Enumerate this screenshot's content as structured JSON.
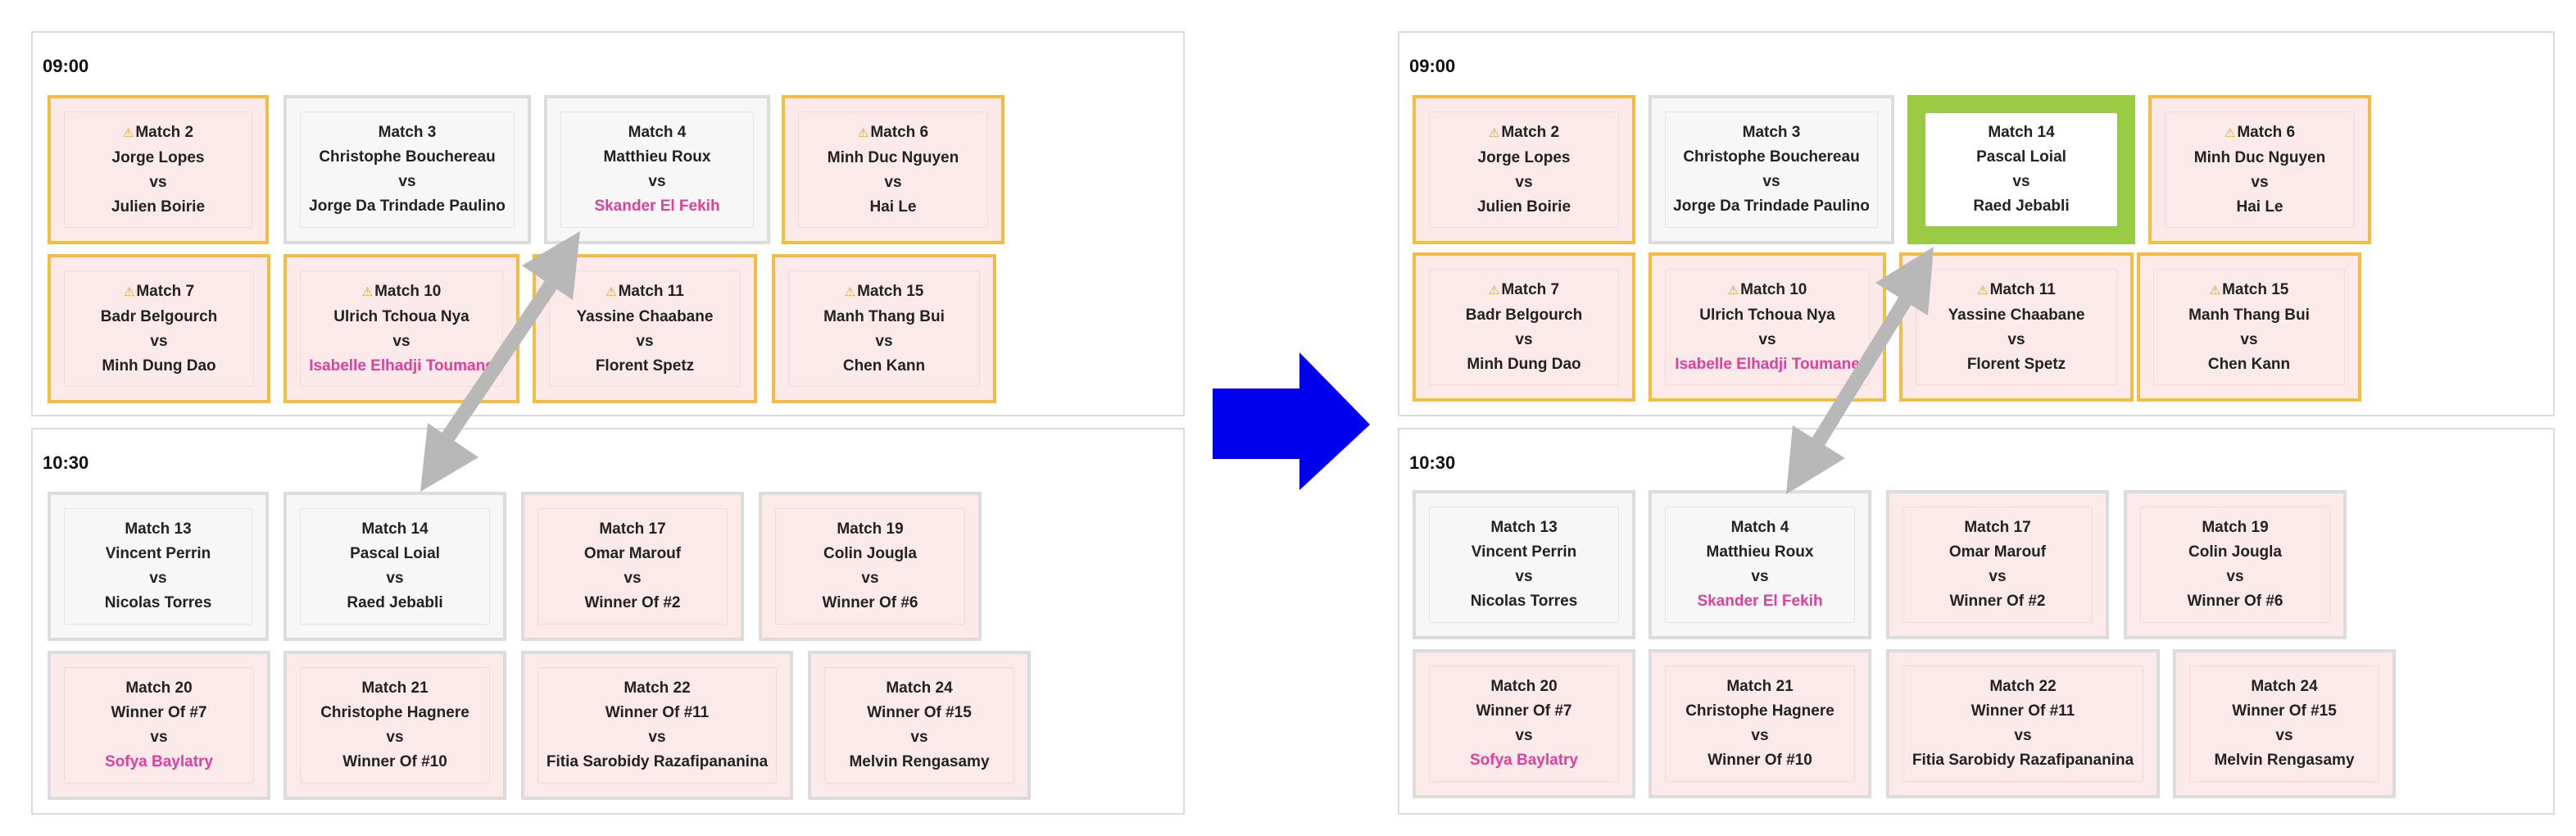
{
  "colors": {
    "warning_border": "#f2bd42",
    "selected_border": "#9acb45",
    "highlight_text": "#e0409a",
    "pink_bg": "#fceaea",
    "swap_arrow": "#b8b8b8",
    "transition_arrow": "#0000ee"
  },
  "icons": {
    "warning": "warning-icon",
    "swap": "double-arrow",
    "transition": "right-arrow"
  },
  "vs_label": "vs",
  "panels": {
    "before_0900": {
      "time": "09:00"
    },
    "before_1030": {
      "time": "10:30"
    },
    "after_0900": {
      "time": "09:00"
    },
    "after_1030": {
      "time": "10:30"
    }
  },
  "before": {
    "r0900a": [
      {
        "match": "Match 2",
        "p1": "Jorge Lopes",
        "p2": "Julien Boirie",
        "state": "warning"
      },
      {
        "match": "Match 3",
        "p1": "Christophe Bouchereau",
        "p2": "Jorge Da Trindade Paulino",
        "state": "normal"
      },
      {
        "match": "Match 4",
        "p1": "Matthieu Roux",
        "p2": "Skander El Fekih",
        "p2_highlight": true,
        "state": "normal"
      },
      {
        "match": "Match 6",
        "p1": "Minh Duc Nguyen",
        "p2": "Hai Le",
        "state": "warning"
      }
    ],
    "r0900b": [
      {
        "match": "Match 7",
        "p1": "Badr Belgourch",
        "p2": "Minh Dung Dao",
        "state": "warning"
      },
      {
        "match": "Match 10",
        "p1": "Ulrich Tchoua Nya",
        "p2": "Isabelle Elhadji Toumane",
        "p2_highlight": true,
        "state": "warning"
      },
      {
        "match": "Match 11",
        "p1": "Yassine Chaabane",
        "p2": "Florent Spetz",
        "state": "warning"
      },
      {
        "match": "Match 15",
        "p1": "Manh Thang Bui",
        "p2": "Chen Kann",
        "state": "warning"
      }
    ],
    "r1030a": [
      {
        "match": "Match 13",
        "p1": "Vincent Perrin",
        "p2": "Nicolas Torres",
        "state": "normal"
      },
      {
        "match": "Match 14",
        "p1": "Pascal Loial",
        "p2": "Raed Jebabli",
        "state": "normal"
      },
      {
        "match": "Match 17",
        "p1": "Omar Marouf",
        "p2": "Winner Of #2",
        "state": "pending"
      },
      {
        "match": "Match 19",
        "p1": "Colin Jougla",
        "p2": "Winner Of #6",
        "state": "pending"
      }
    ],
    "r1030b": [
      {
        "match": "Match 20",
        "p1": "Winner Of #7",
        "p2": "Sofya Baylatry",
        "p2_highlight": true,
        "state": "pending"
      },
      {
        "match": "Match 21",
        "p1": "Christophe Hagnere",
        "p2": "Winner Of #10",
        "state": "pending"
      },
      {
        "match": "Match 22",
        "p1": "Winner Of #11",
        "p2": "Fitia Sarobidy Razafipananina",
        "state": "pending"
      },
      {
        "match": "Match 24",
        "p1": "Winner Of #15",
        "p2": "Melvin Rengasamy",
        "state": "pending"
      }
    ]
  },
  "after": {
    "r0900a": [
      {
        "match": "Match 2",
        "p1": "Jorge Lopes",
        "p2": "Julien Boirie",
        "state": "warning"
      },
      {
        "match": "Match 3",
        "p1": "Christophe Bouchereau",
        "p2": "Jorge Da Trindade Paulino",
        "state": "normal"
      },
      {
        "match": "Match 14",
        "p1": "Pascal Loial",
        "p2": "Raed Jebabli",
        "state": "selected"
      },
      {
        "match": "Match 6",
        "p1": "Minh Duc Nguyen",
        "p2": "Hai Le",
        "state": "warning"
      }
    ],
    "r0900b": [
      {
        "match": "Match 7",
        "p1": "Badr Belgourch",
        "p2": "Minh Dung Dao",
        "state": "warning"
      },
      {
        "match": "Match 10",
        "p1": "Ulrich Tchoua Nya",
        "p2": "Isabelle Elhadji Toumane",
        "p2_highlight": true,
        "state": "warning"
      },
      {
        "match": "Match 11",
        "p1": "Yassine Chaabane",
        "p2": "Florent Spetz",
        "state": "warning"
      },
      {
        "match": "Match 15",
        "p1": "Manh Thang Bui",
        "p2": "Chen Kann",
        "state": "warning"
      }
    ],
    "r1030a": [
      {
        "match": "Match 13",
        "p1": "Vincent Perrin",
        "p2": "Nicolas Torres",
        "state": "normal"
      },
      {
        "match": "Match 4",
        "p1": "Matthieu Roux",
        "p2": "Skander El Fekih",
        "p2_highlight": true,
        "state": "normal"
      },
      {
        "match": "Match 17",
        "p1": "Omar Marouf",
        "p2": "Winner Of #2",
        "state": "pending"
      },
      {
        "match": "Match 19",
        "p1": "Colin Jougla",
        "p2": "Winner Of #6",
        "state": "pending"
      }
    ],
    "r1030b": [
      {
        "match": "Match 20",
        "p1": "Winner Of #7",
        "p2": "Sofya Baylatry",
        "p2_highlight": true,
        "state": "pending"
      },
      {
        "match": "Match 21",
        "p1": "Christophe Hagnere",
        "p2": "Winner Of #10",
        "state": "pending"
      },
      {
        "match": "Match 22",
        "p1": "Winner Of #11",
        "p2": "Fitia Sarobidy Razafipananina",
        "state": "pending"
      },
      {
        "match": "Match 24",
        "p1": "Winner Of #15",
        "p2": "Melvin Rengasamy",
        "state": "pending"
      }
    ]
  }
}
